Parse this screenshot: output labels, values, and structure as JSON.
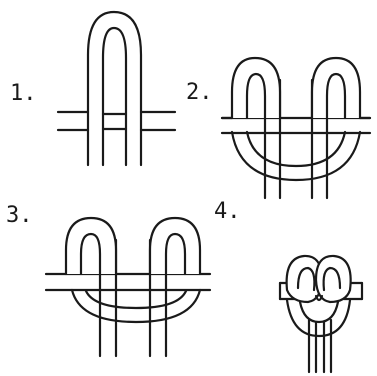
{
  "steps": [
    {
      "label": "1."
    },
    {
      "label": "2."
    },
    {
      "label": "3."
    },
    {
      "label": "4."
    }
  ],
  "colors": {
    "ink": "#1a1a1a",
    "background": "#ffffff"
  }
}
